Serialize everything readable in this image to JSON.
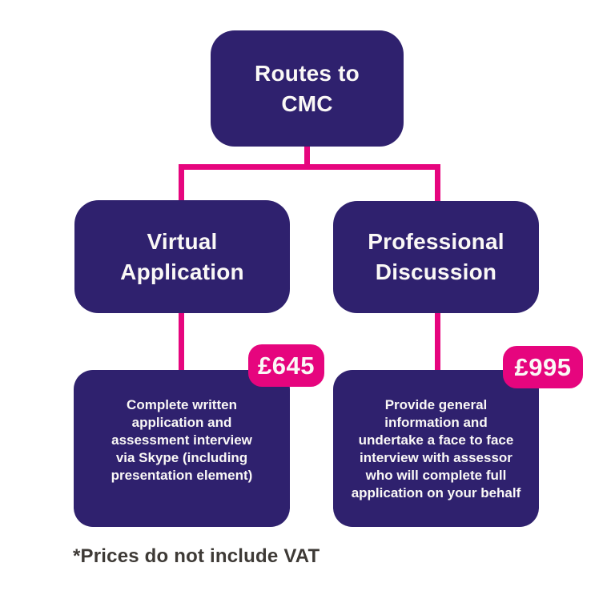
{
  "colors": {
    "purple": "#2F216E",
    "pink": "#E6057E",
    "text_light": "#FAF8F6",
    "footnote": "#3E3A36",
    "background": "#FFFFFF"
  },
  "root": {
    "title": "Routes to\nCMC"
  },
  "branches": [
    {
      "title": "Virtual\nApplication",
      "price": "£645",
      "description": "Complete written\napplication and\nassessment interview\nvia Skype (including\npresentation element)"
    },
    {
      "title": "Professional\nDiscussion",
      "price": "£995",
      "description": "Provide general\ninformation and\nundertake a face to face\ninterview with assessor\nwho will complete full\napplication on your behalf"
    }
  ],
  "footnote": {
    "text": "*Prices do not include VAT"
  }
}
